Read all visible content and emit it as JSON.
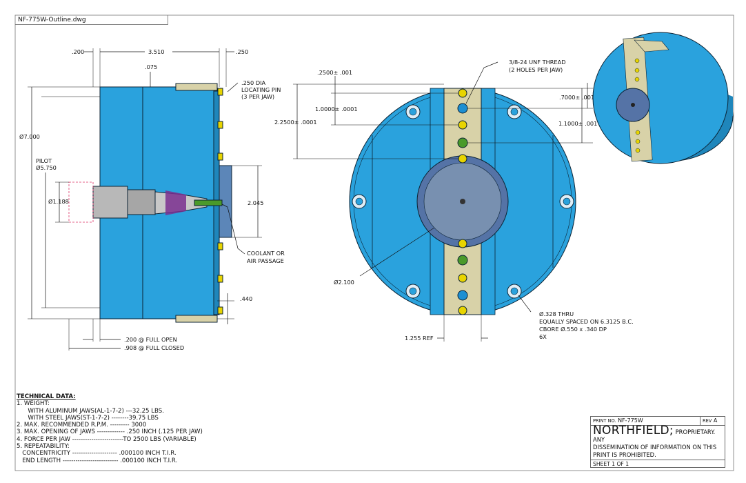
{
  "file_tab": "NF-775W-Outline.dwg",
  "side_view": {
    "dim_top_left": ".200",
    "dim_top_mid": "3.510",
    "dim_top_right": ".250",
    "dim_lip": ".075",
    "pin_note": [
      ".250 DIA",
      "LOCATING PIN",
      "(3 PER JAW)"
    ],
    "dia_outer": "Ø7.000",
    "pilot": [
      "PILOT",
      "Ø5.750"
    ],
    "dia_bore": "Ø1.188",
    "dim_nose": "2.045",
    "coolant_note": [
      "COOLANT OR",
      "AIR PASSAGE"
    ],
    "dim_jaw": ".440",
    "full_open": ".200 @ FULL OPEN",
    "full_closed": ".908 @ FULL CLOSED"
  },
  "front_view": {
    "thread_note": [
      "3/8-24 UNF THREAD",
      "(2 HOLES PER JAW)"
    ],
    "dim_2500": ".2500",
    "dim_1000": "1.0000",
    "dim_2250": "2.2500",
    "tol_0001": "± .0001",
    "tol_001": "± .001",
    "dim_7000": ".7000",
    "dim_1100": "1.1000",
    "dia_center": "Ø2.100",
    "hole_note": [
      "Ø.328 THRU",
      "EQUALLY SPACED ON 6.3125 B.C.",
      "CBORE Ø.550 x .340 DP",
      "6X"
    ],
    "ref_dim": "1.255 REF"
  },
  "technical_data": {
    "heading": "TECHNICAL DATA:",
    "lines": [
      "1. WEIGHT:",
      "      WITH ALUMINUM JAWS(AL-1-7-2) ---32.25 LBS.",
      "      WITH STEEL JAWS(ST-1-7-2) --------39.75 LBS",
      "2. MAX. RECOMMENDED R.P.M. --------- 3000",
      "3. MAX. OPENING OF JAWS ------------- .250 INCH (.125 PER JAW)",
      "4. FORCE PER JAW ------------------------TO 2500 LBS (VARIABLE)",
      "5. REPEATABILITY:",
      "   CONCENTRICITY --------------------- .000100 INCH T.I.R.",
      "   END LENGTH -------------------------- .000100 INCH T.I.R."
    ]
  },
  "title_block": {
    "print_label": "PRINT NO.",
    "print_no": "NF-775W",
    "rev_label": "REV",
    "rev": "A",
    "brand": "NORTHFIELD;",
    "notice_1": " PROPRIETARY. ANY",
    "notice_2": "DISSEMINATION OF INFORMATION ON THIS",
    "notice_3": "PRINT IS PROHIBITED.",
    "sheet_label": "SHEET",
    "sheet_no": "1",
    "of_label": "OF",
    "sheet_total": "1"
  },
  "colors": {
    "body_blue": "#2aa2dd",
    "jaw_tan": "#d8d2a8",
    "face_grey": "#7890b0",
    "pin_yellow": "#e8d400",
    "green": "#4a9a2a",
    "purple": "#7a2f8f"
  }
}
